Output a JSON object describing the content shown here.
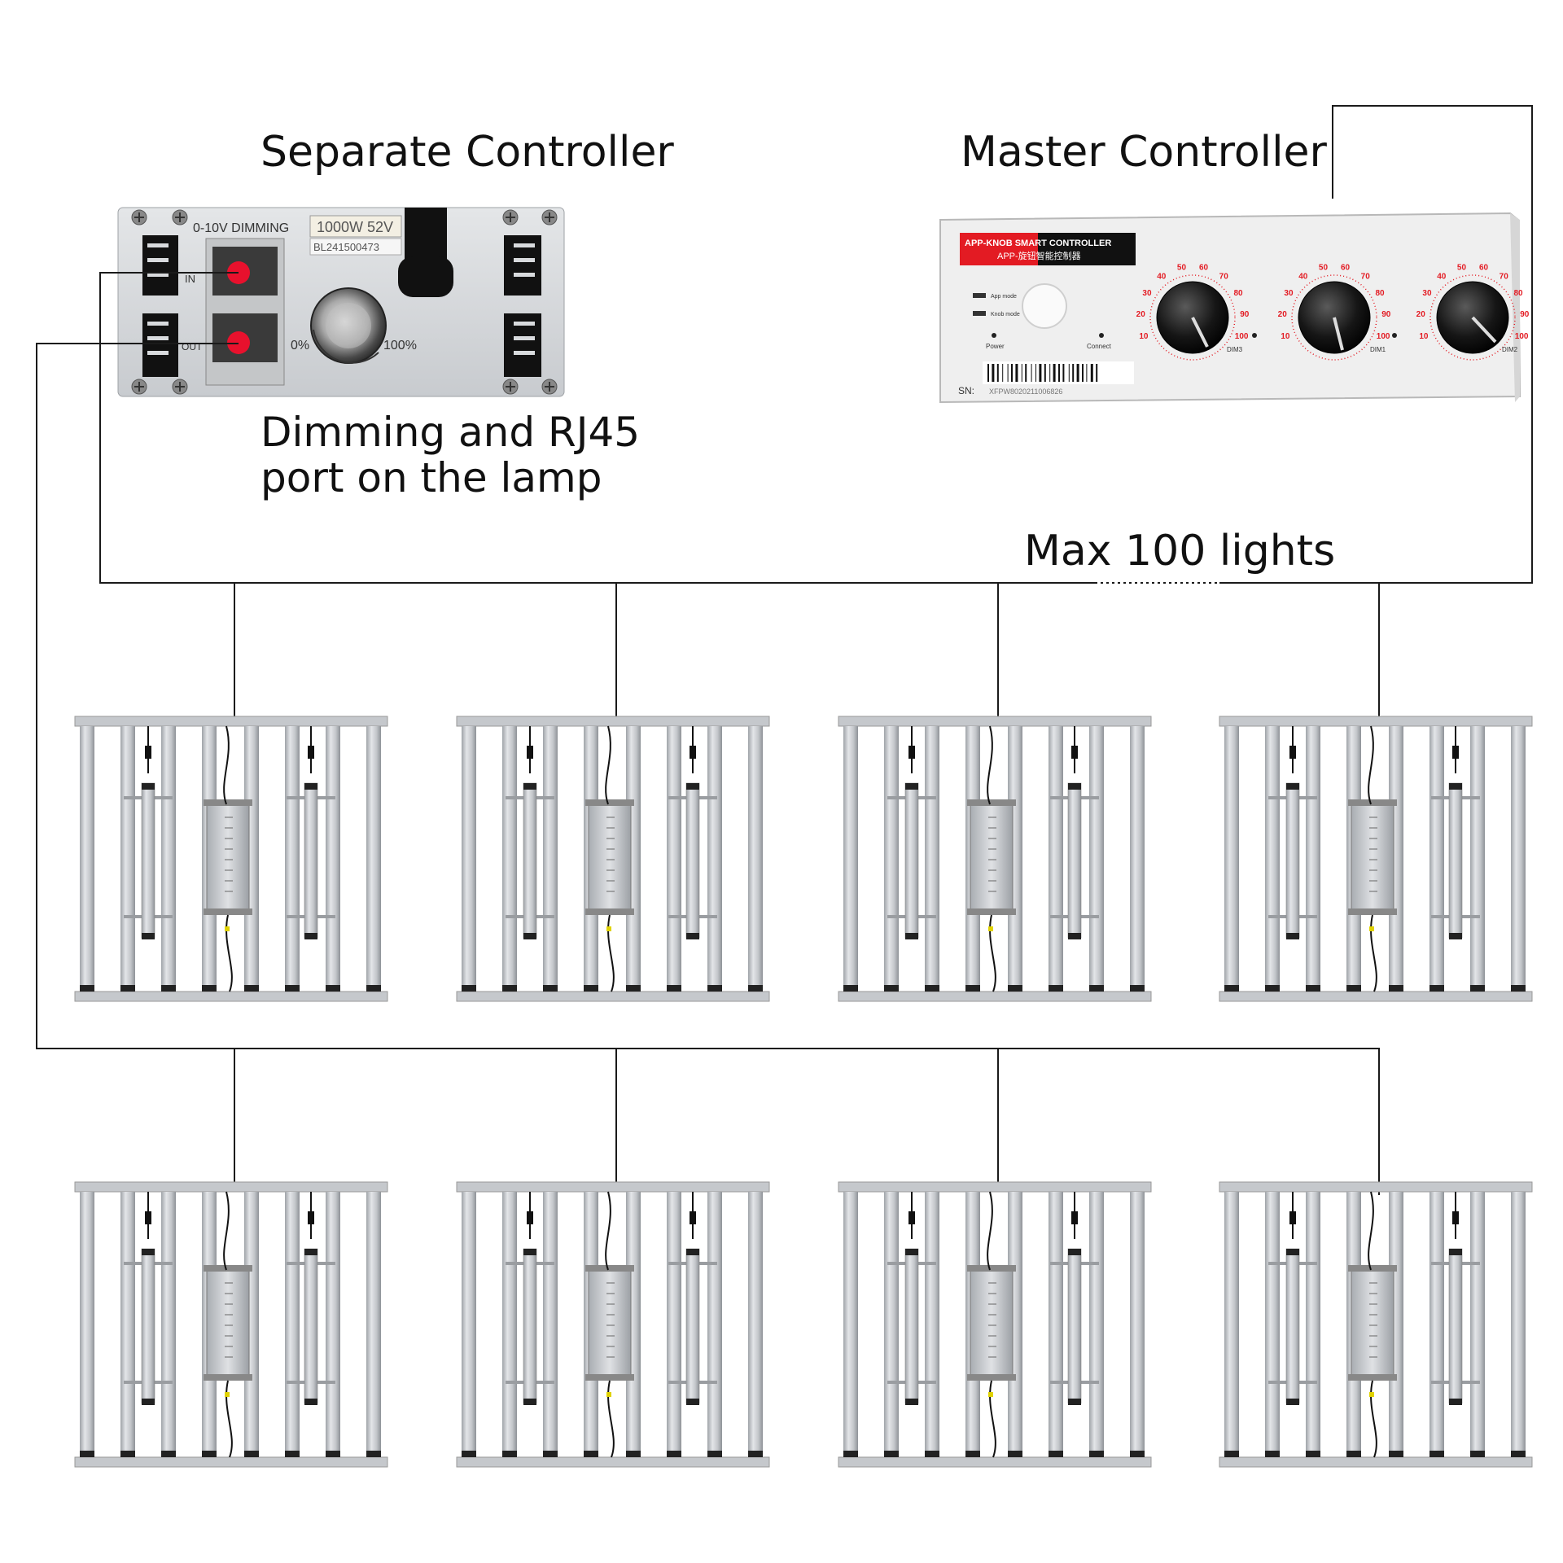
{
  "labels": {
    "separate_controller": "Separate Controller",
    "master_controller": "Master Controller",
    "port_caption_line1": "Dimming and RJ45",
    "port_caption_line2": "port on the lamp",
    "max_lights": "Max 100 lights"
  },
  "separate_controller_panel": {
    "dimming_label": "0-10V DIMMING",
    "rating": "1000W 52V",
    "serial": "BL241500473",
    "in_label": "IN",
    "out_label": "OUT",
    "min_label": "0%",
    "max_label": "100%"
  },
  "master_controller_panel": {
    "brand_line1": "APP-KNOB SMART CONTROLLER",
    "brand_line2": "APP-旋钮智能控制器",
    "app_mode": "App mode",
    "knob_mode": "Knob mode",
    "power": "Power",
    "connect": "Connect",
    "dim_labels": [
      "DIM3",
      "DIM1",
      "DIM2"
    ],
    "sn_label": "SN:",
    "sn_value": "XFPW8020211006826",
    "dial_ticks": [
      "10",
      "20",
      "30",
      "40",
      "50",
      "60",
      "70",
      "80",
      "90",
      "100"
    ]
  },
  "colors": {
    "line": "#1a1a1a",
    "port_marker": "#e8112d",
    "bar": "#c9ccd0",
    "frame": "#b9bdc2",
    "panel": "#d8dadd",
    "device_body": "#f1f1f1",
    "brand_red": "#e31b23"
  },
  "lamp_rows": 2,
  "lamps_per_row": 4
}
